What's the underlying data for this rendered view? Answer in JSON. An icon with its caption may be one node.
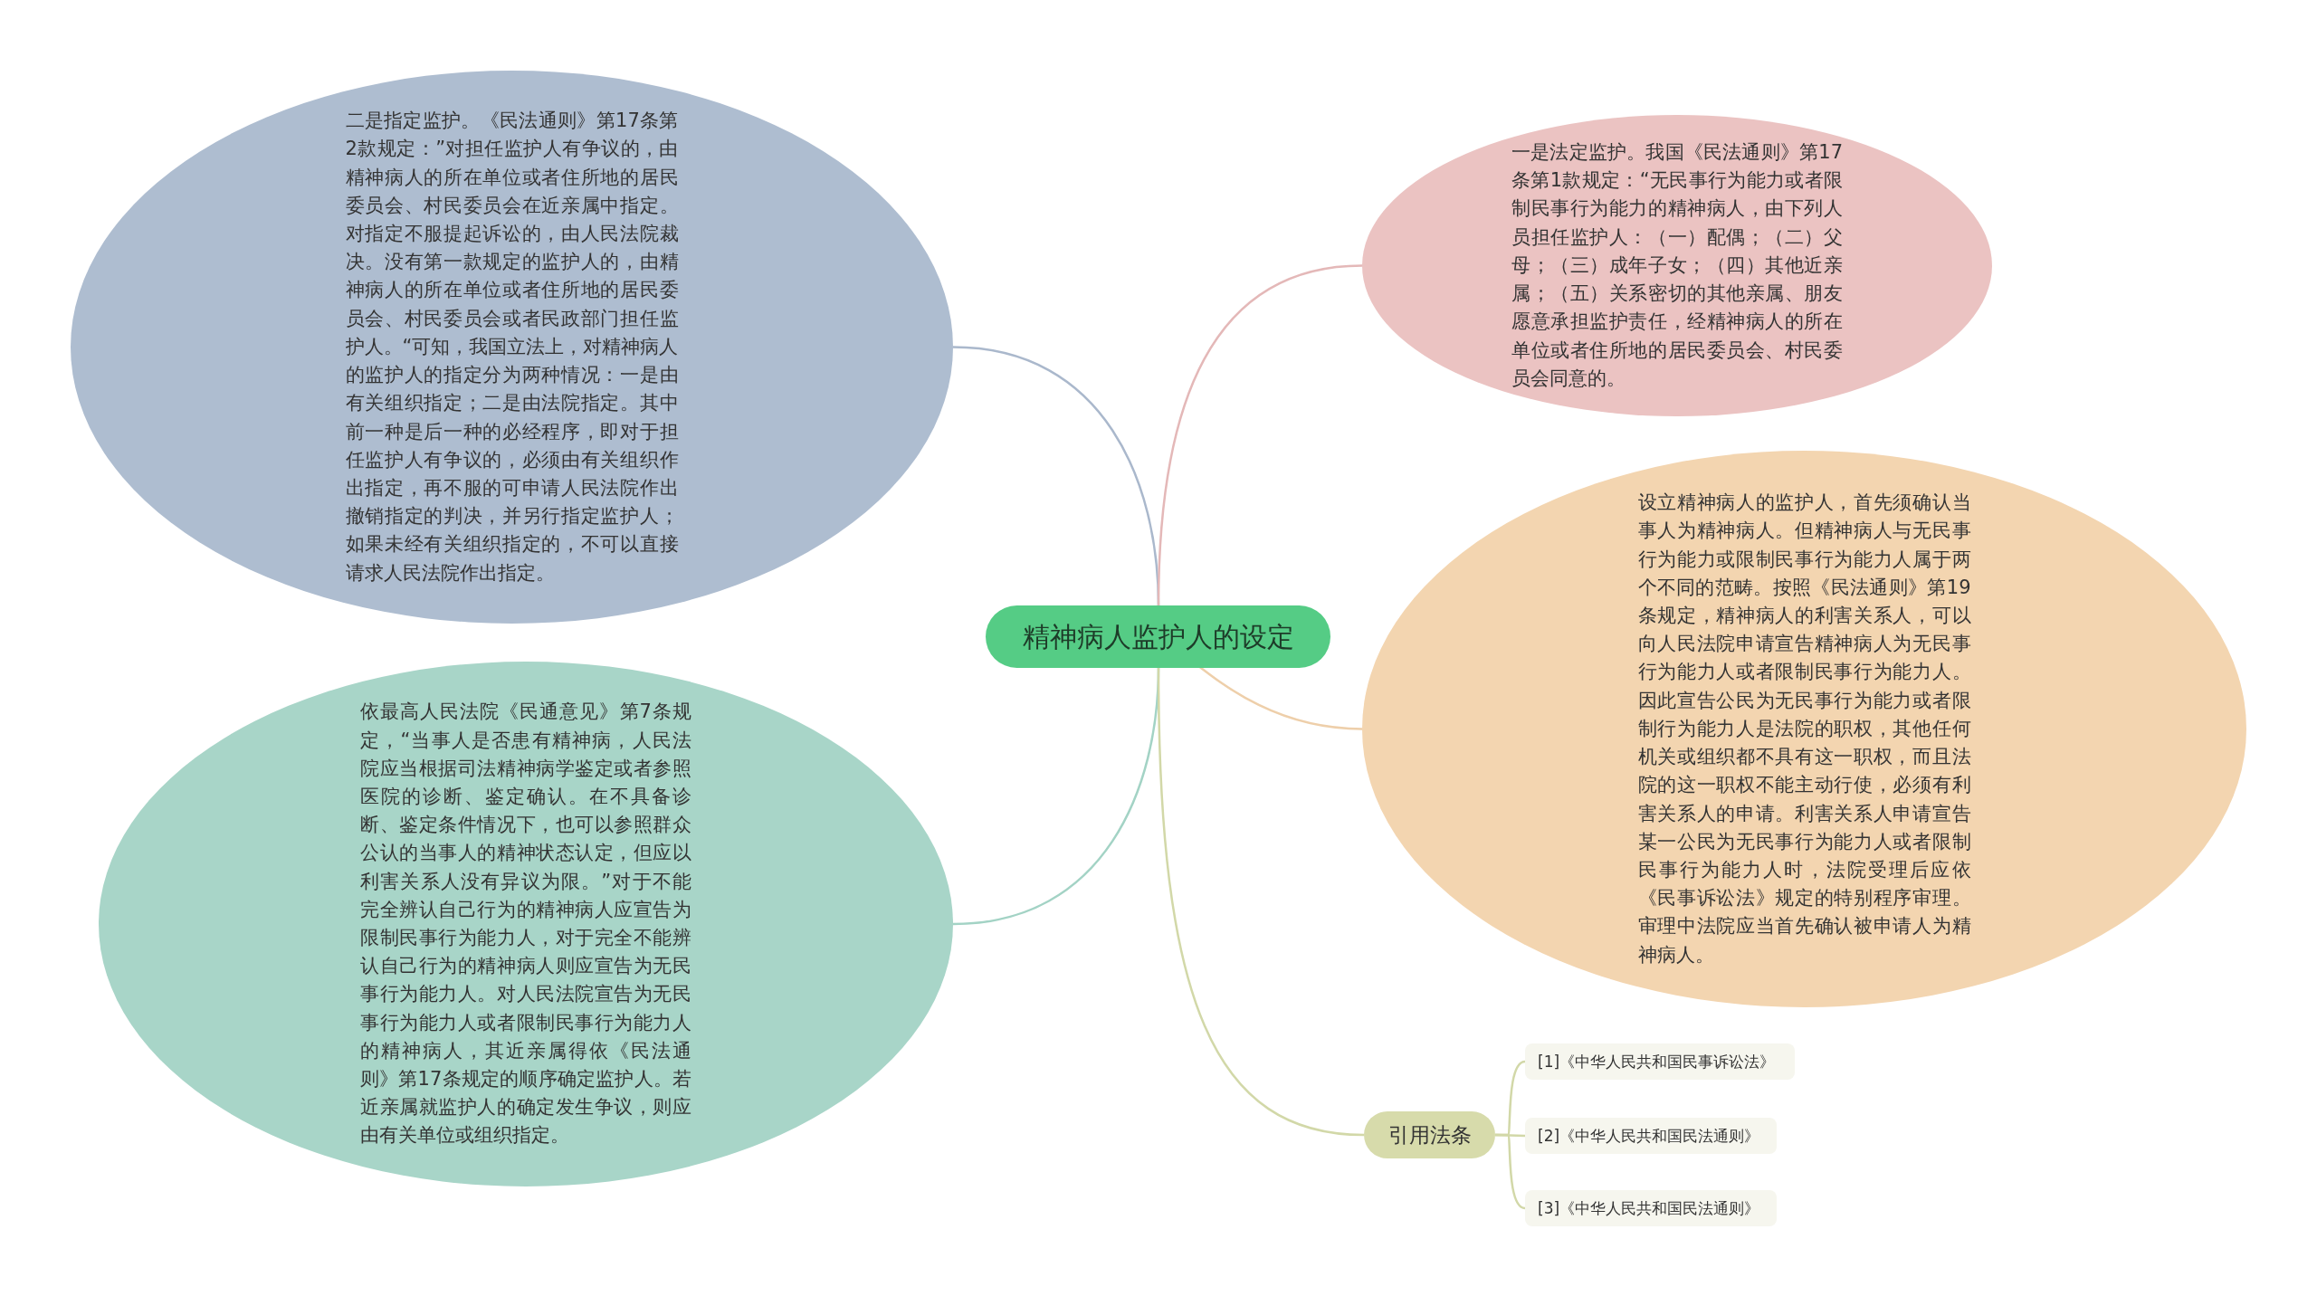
{
  "diagram": {
    "nodes": [
      {
        "text": [
          "精神病人监护人的设定"
        ]
      },
      {
        "text": [
          "二是指定监护。《民法通则》第17条第2款规定：”对担任监护人有争议的，由精神病人的所在单位或者住所地的居民委员会、村民委员会在近亲属中指定。对指定不服提起诉讼的，由人民法院裁决。没有第一款规定的监护人的，由精神病人的所在单位或者住所地的居民委员会、村民委员会或者民政部门担任监护人。“可知，我国立法上，对精神病人的监护人的指定分为两种情况：一是由有关组织指定；二是由法院指定。其中前一种是后一种的必经程序，即对于担任监护人有争议的，必须由有关组织作出指定，再不服的可申请人民法院作出撤销指定的判决，并另行指定监护人；如果未经有关组织指定的，不可以直接请求人民法院作出指定。"
        ]
      },
      {
        "text": [
          "一是法定监护。我国《民法通则》第17条第1款规定：“无民事行为能力或者限制民事行为能力的精神病人，由下列人员担任监护人：（一）配偶；（二）父母；（三）成年子女；（四）其他近亲属；（五）关系密切的其他亲属、朋友愿意承担监护责任，经精神病人的所在单位或者住所地的居民委员会、村民委员会同意的。"
        ]
      },
      {
        "text": [
          "设立精神病人的监护人，首先须确认当事人为精神病人。但精神病人与无民事行为能力或限制民事行为能力人属于两个不同的范畴。按照《民法通则》第19条规定，精神病人的利害关系人，可以向人民法院申请宣告精神病人为无民事行为能力人或者限制民事行为能力人。因此宣告公民为无民事行为能力或者限制行为能力人是法院的职权，其他任何机关或组织都不具有这一职权，而且法院的这一职权不能主动行使，必须有利害关系人的申请。利害关系人申请宣告某一公民为无民事行为能力人或者限制民事行为能力人时，法院受理后应依《民事诉讼法》规定的特别程序审理。审理中法院应当首先确认被申请人为精神病人。"
        ]
      },
      {
        "text": [
          "依最高人民法院《民通意见》第7条规定，“当事人是否患有精神病，人民法院应当根据司法精神病学鉴定或者参照医院的诊断、鉴定确认。在不具备诊断、鉴定条件情况下，也可以参照群众公认的当事人的精神状态认定，但应以利害关系人没有异议为限。”对于不能完全辨认自己行为的精神病人应宣告为限制民事行为能力人，对于完全不能辨认自己行为的精神病人则应宣告为无民事行为能力人。对人民法院宣告为无民事行为能力人或者限制民事行为能力人的精神病人，其近亲属得依《民法通则》第17条规定的顺序确定监护人。若近亲属就监护人的确定发生争议，则应由有关单位或组织指定。"
        ]
      },
      {
        "text": [
          "引用法条"
        ]
      },
      {
        "text": [
          "[1]《中华人民共和国民事诉讼法》"
        ]
      },
      {
        "text": [
          "[2]《中华人民共和国民法通则》"
        ]
      },
      {
        "text": [
          "[3]《中华人民共和国民法通则》"
        ]
      }
    ],
    "edges": [
      {
        "from": 0,
        "to": 1,
        "arrow": "none",
        "color": "#aab8cc"
      },
      {
        "from": 0,
        "to": 2,
        "arrow": "none",
        "color": "#e4b8b8"
      },
      {
        "from": 0,
        "to": 3,
        "arrow": "none",
        "color": "#eecfaa"
      },
      {
        "from": 0,
        "to": 4,
        "arrow": "none",
        "color": "#a3d3c5"
      },
      {
        "from": 0,
        "to": 5,
        "arrow": "none",
        "color": "#d2d8a8"
      },
      {
        "from": 5,
        "to": 6,
        "arrow": "none",
        "color": "#d2d8a8"
      },
      {
        "from": 5,
        "to": 7,
        "arrow": "none",
        "color": "#d2d8a8"
      },
      {
        "from": 5,
        "to": 8,
        "arrow": "none",
        "color": "#d2d8a8"
      }
    ]
  }
}
